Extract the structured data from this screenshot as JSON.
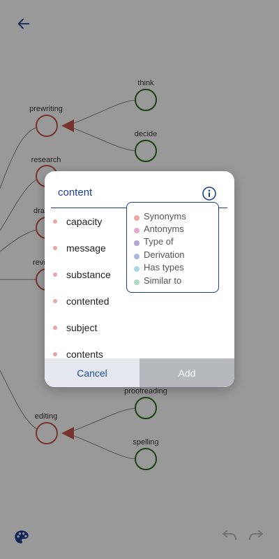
{
  "mind_map": {
    "nodes": [
      "prewriting",
      "research",
      "dra",
      "revi",
      "editing",
      "think",
      "decide",
      "proofreading",
      "spelling"
    ]
  },
  "dialog": {
    "title": "content",
    "items": [
      "capacity",
      "message",
      "substance",
      "contented",
      "subject",
      "contents"
    ],
    "legend": [
      {
        "label": "Synonyms",
        "color": "#eba6a6"
      },
      {
        "label": "Antonyms",
        "color": "#e5a8d0"
      },
      {
        "label": "Type of",
        "color": "#b2a3dc"
      },
      {
        "label": "Derivation",
        "color": "#a7b6e2"
      },
      {
        "label": "Has types",
        "color": "#a8d8e4"
      },
      {
        "label": "Similar to",
        "color": "#a9dcc3"
      }
    ],
    "cancel_label": "Cancel",
    "add_label": "Add"
  },
  "colors": {
    "accent": "#1f3f8f",
    "node_red": "#c9544f",
    "node_green": "#2e6b1f"
  },
  "icons": {
    "back": "arrow-left-icon",
    "info": "info-icon",
    "palette": "palette-icon",
    "undo": "undo-icon",
    "redo": "redo-icon"
  }
}
